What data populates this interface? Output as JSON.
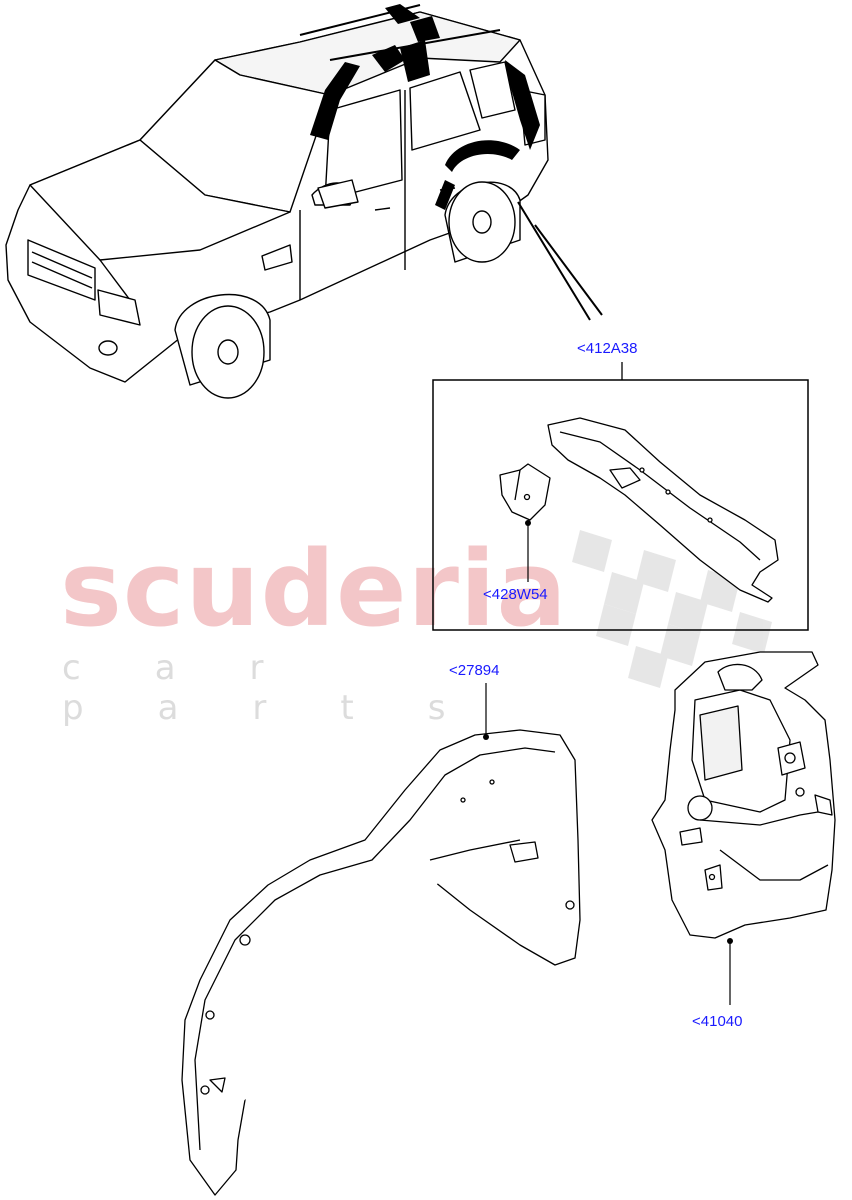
{
  "watermark": {
    "brand": "scuderia",
    "tagline": "car parts",
    "brand_color": "#f3c6c8",
    "tagline_color": "#dcdcdc"
  },
  "callouts": {
    "group_box": "<412A38",
    "small_bracket": "<428W54",
    "front_liner": "<27894",
    "rear_liner": "<41040"
  },
  "colors": {
    "callout_text": "#1a1aff",
    "line_art": "#000000"
  },
  "icons": {
    "vehicle": "vehicle-illustration",
    "checker_flag": "checkered-flag-watermark"
  }
}
